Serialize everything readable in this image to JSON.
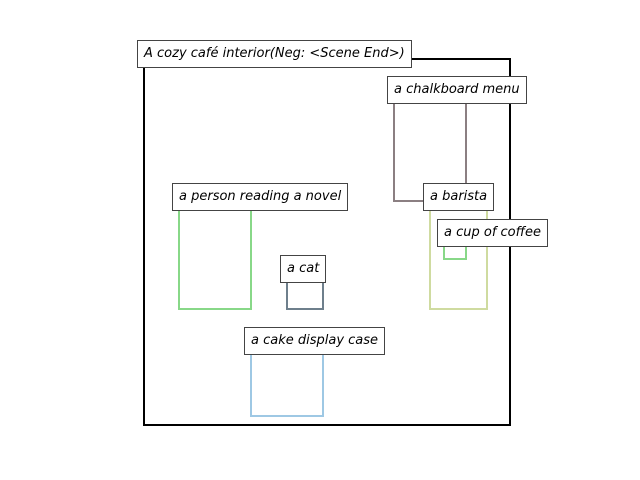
{
  "scene": {
    "title": "A cozy café interior(Neg: <Scene End>)"
  },
  "objects": [
    {
      "id": "chalkboard-menu",
      "label": "a chalkboard menu",
      "color": "#8b7f82"
    },
    {
      "id": "person-reading",
      "label": "a person reading a novel",
      "color": "#88d888"
    },
    {
      "id": "barista",
      "label": "a barista",
      "color": "#cfdba0"
    },
    {
      "id": "cup-of-coffee",
      "label": "a cup of coffee",
      "color": "#88d888"
    },
    {
      "id": "cat",
      "label": "a cat",
      "color": "#6e7f8c"
    },
    {
      "id": "cake-display-case",
      "label": "a cake display case",
      "color": "#9ec8e4"
    }
  ]
}
